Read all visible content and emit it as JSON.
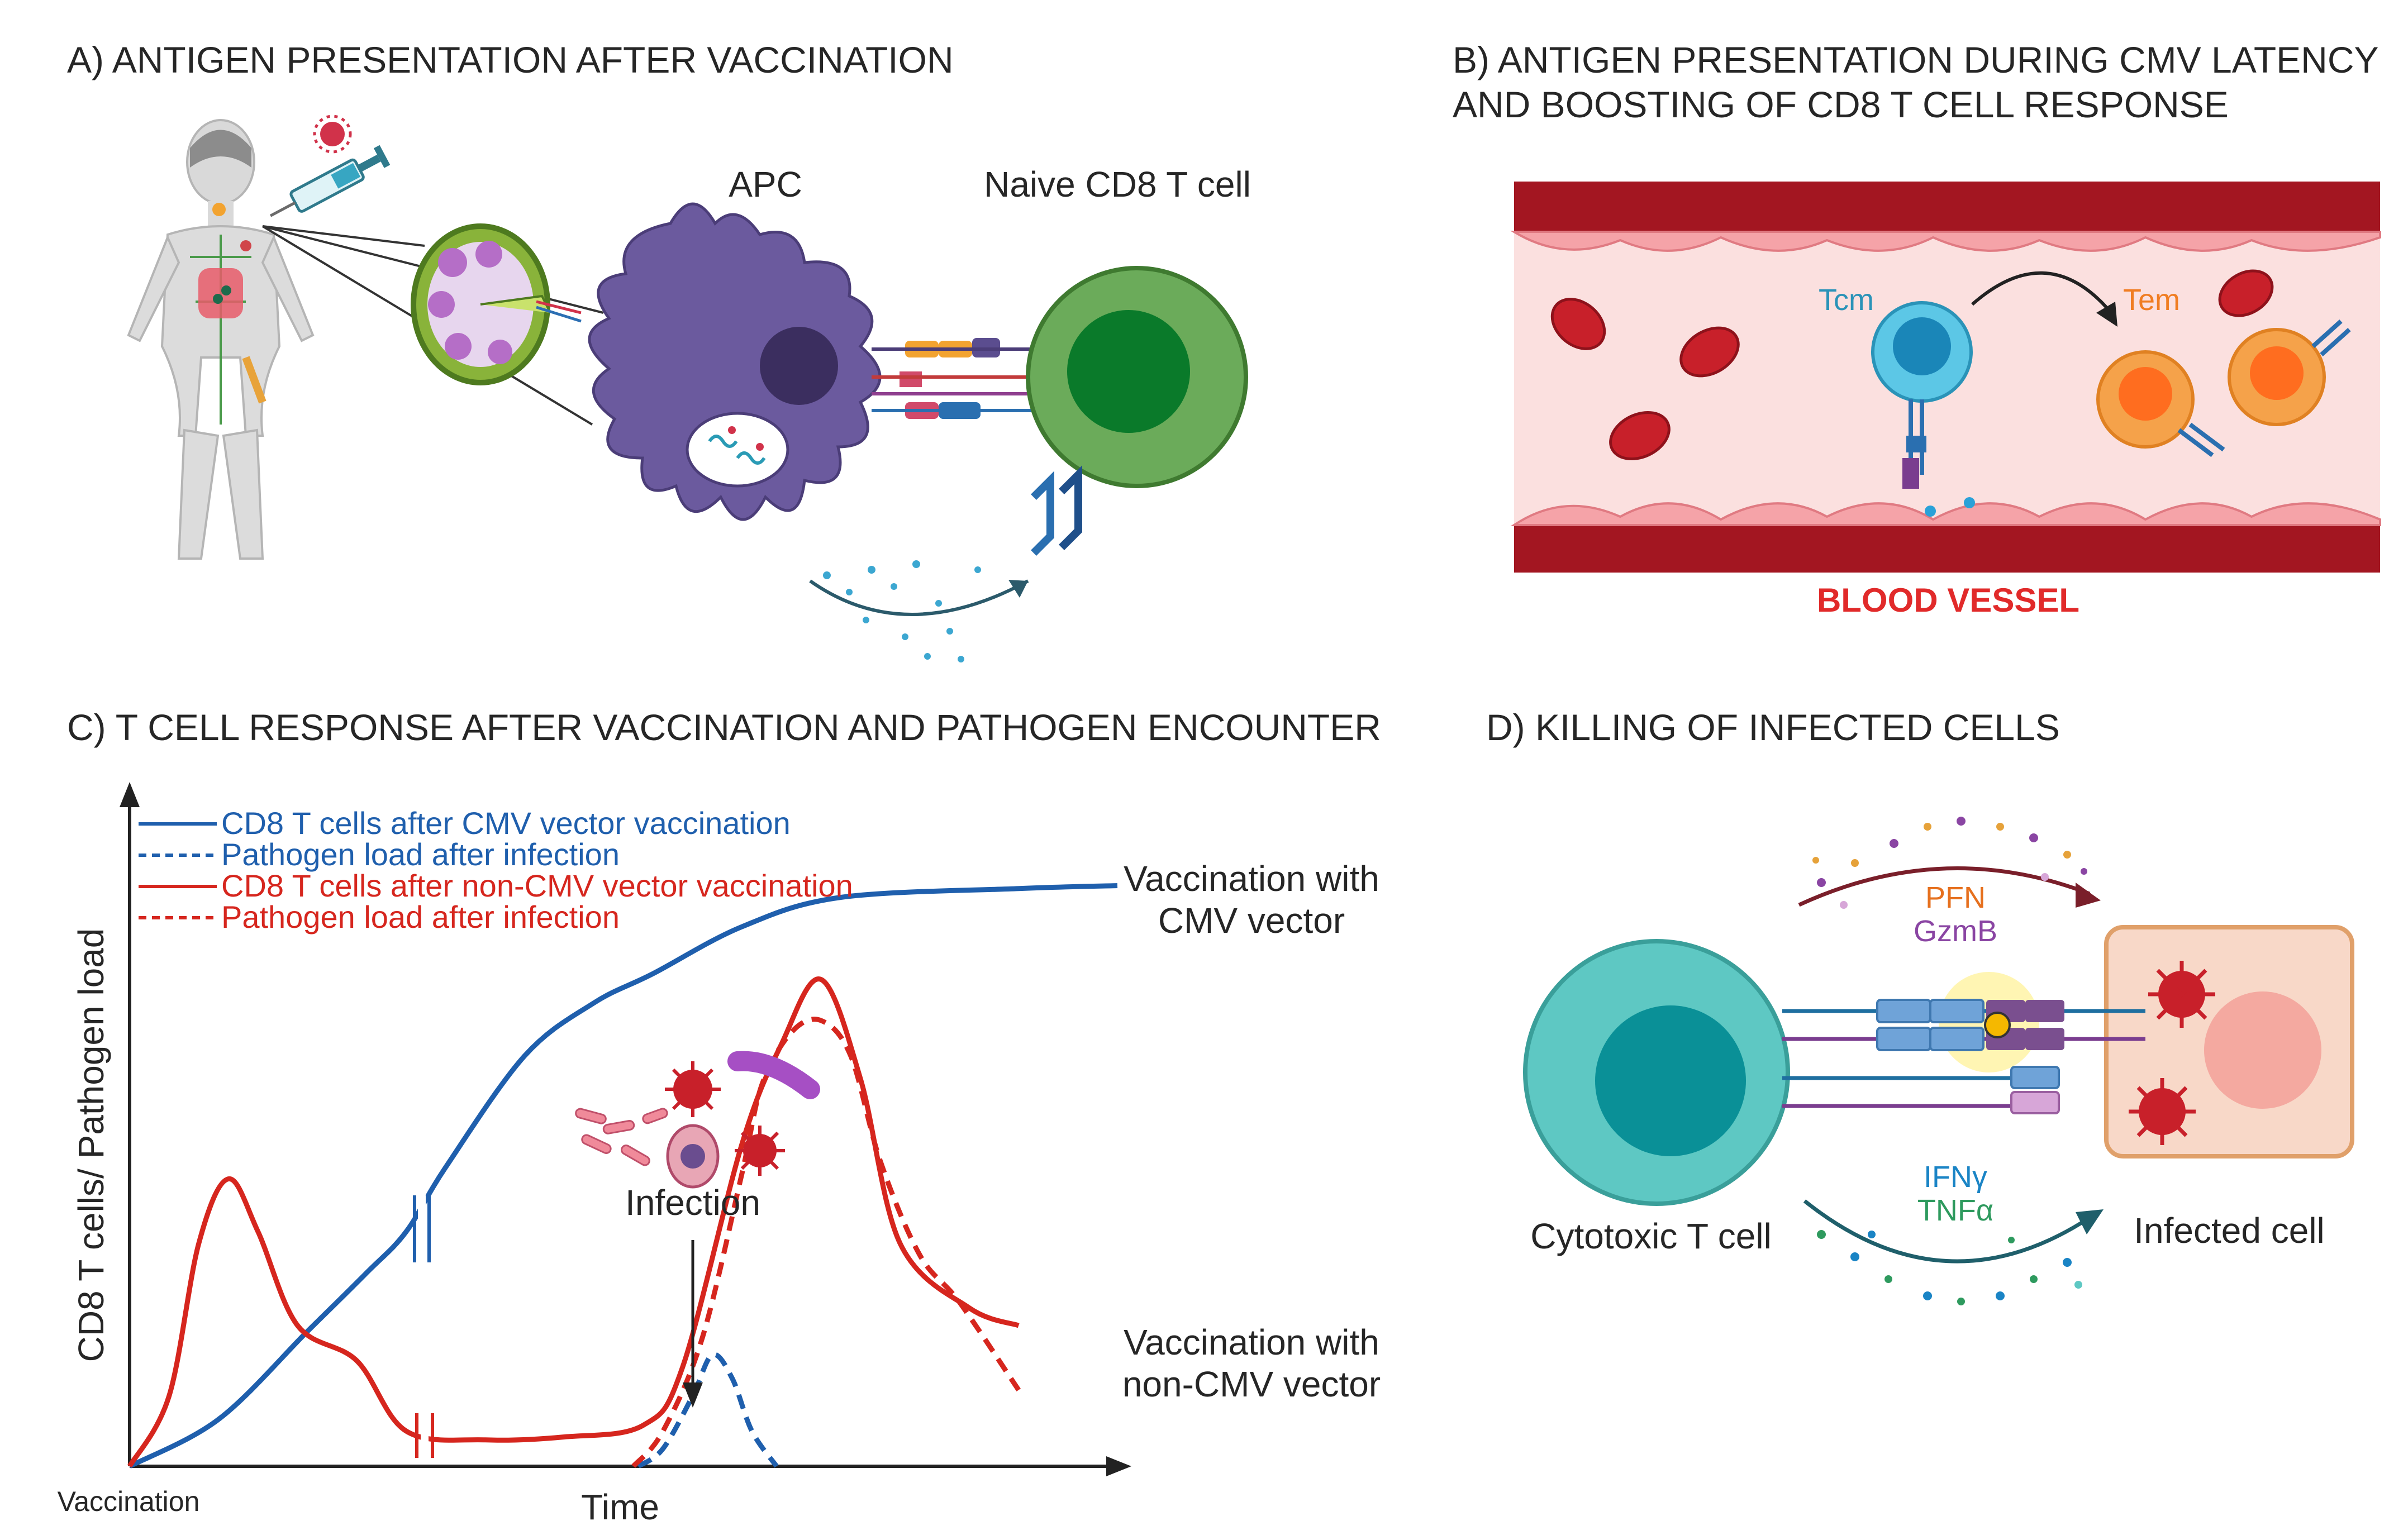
{
  "panel_a": {
    "title": "A) ANTIGEN PRESENTATION AFTER VACCINATION",
    "apc_label": "APC",
    "naive_label": "Naive CD8 T cell"
  },
  "panel_b": {
    "title_line1": "B) ANTIGEN PRESENTATION DURING CMV LATENCY",
    "title_line2": "AND BOOSTING OF CD8 T CELL RESPONSE",
    "tcm_label": "Tcm",
    "tem_label": "Tem",
    "vessel_label": "BLOOD VESSEL",
    "colors": {
      "vessel_wall": "#a31621",
      "vessel_lumen": "#fbe0df",
      "label": "#e12a2a"
    }
  },
  "panel_c": {
    "title": "C) T CELL RESPONSE AFTER VACCINATION AND PATHOGEN ENCOUNTER",
    "infection_label": "Infection",
    "end_labels": {
      "cmv_line1": "Vaccination with",
      "cmv_line2": "CMV vector",
      "noncmv_line1": "Vaccination with",
      "noncmv_line2": "non-CMV vector"
    },
    "chart_data": {
      "type": "line",
      "xlabel": "Time",
      "ylabel": "CD8 T cells/ Pathogen load",
      "x_origin_label": "Vaccination",
      "xlim": [
        0,
        100
      ],
      "ylim": [
        0,
        100
      ],
      "grid": false,
      "legend_position": "top-left",
      "series": [
        {
          "name": "CD8 T cells after CMV vector vaccination",
          "color": "#1f5fad",
          "dash": false,
          "x": [
            0,
            9,
            18,
            24,
            28,
            32,
            40,
            47,
            53,
            62,
            72,
            90,
            100
          ],
          "y": [
            0,
            8,
            23,
            33,
            40,
            51,
            70,
            79,
            84,
            92,
            97,
            98.5,
            99
          ]
        },
        {
          "name": "Pathogen load after infection",
          "color": "#1f5fad",
          "dash": true,
          "x": [
            51.5,
            54,
            57,
            59,
            61,
            63,
            65.5
          ],
          "y": [
            0,
            3,
            12,
            19,
            15,
            6,
            0
          ]
        },
        {
          "name": "CD8 T cells after non-CMV vector vaccination",
          "color": "#d6261e",
          "dash": false,
          "x": [
            0,
            4,
            7,
            10,
            13,
            17,
            23,
            28,
            36,
            44,
            52,
            56,
            62,
            66,
            70,
            74,
            78,
            85,
            90
          ],
          "y": [
            0,
            12,
            38,
            49,
            40,
            24,
            18,
            6,
            4.5,
            5,
            7,
            17,
            55,
            72,
            83,
            66,
            38,
            27,
            24
          ]
        },
        {
          "name": "Pathogen load after infection",
          "color": "#d6261e",
          "dash": true,
          "x": [
            51,
            54,
            58,
            62,
            64,
            67,
            70,
            73,
            76,
            80,
            84,
            90
          ],
          "y": [
            0,
            6,
            22,
            50,
            65,
            74,
            76,
            70,
            52,
            36,
            28,
            13
          ]
        }
      ]
    }
  },
  "panel_d": {
    "title": "D) KILLING OF INFECTED CELLS",
    "top_mol1": "PFN",
    "top_mol2": "GzmB",
    "bottom_mol1": "IFNγ",
    "bottom_mol2": "TNFα",
    "ctl_label": "Cytotoxic T cell",
    "infected_label": "Infected cell",
    "colors": {
      "pfn": "#e6701e",
      "gzmb": "#8a45a3",
      "ifng": "#1a84c5",
      "tnfa": "#2e9a5e"
    }
  }
}
